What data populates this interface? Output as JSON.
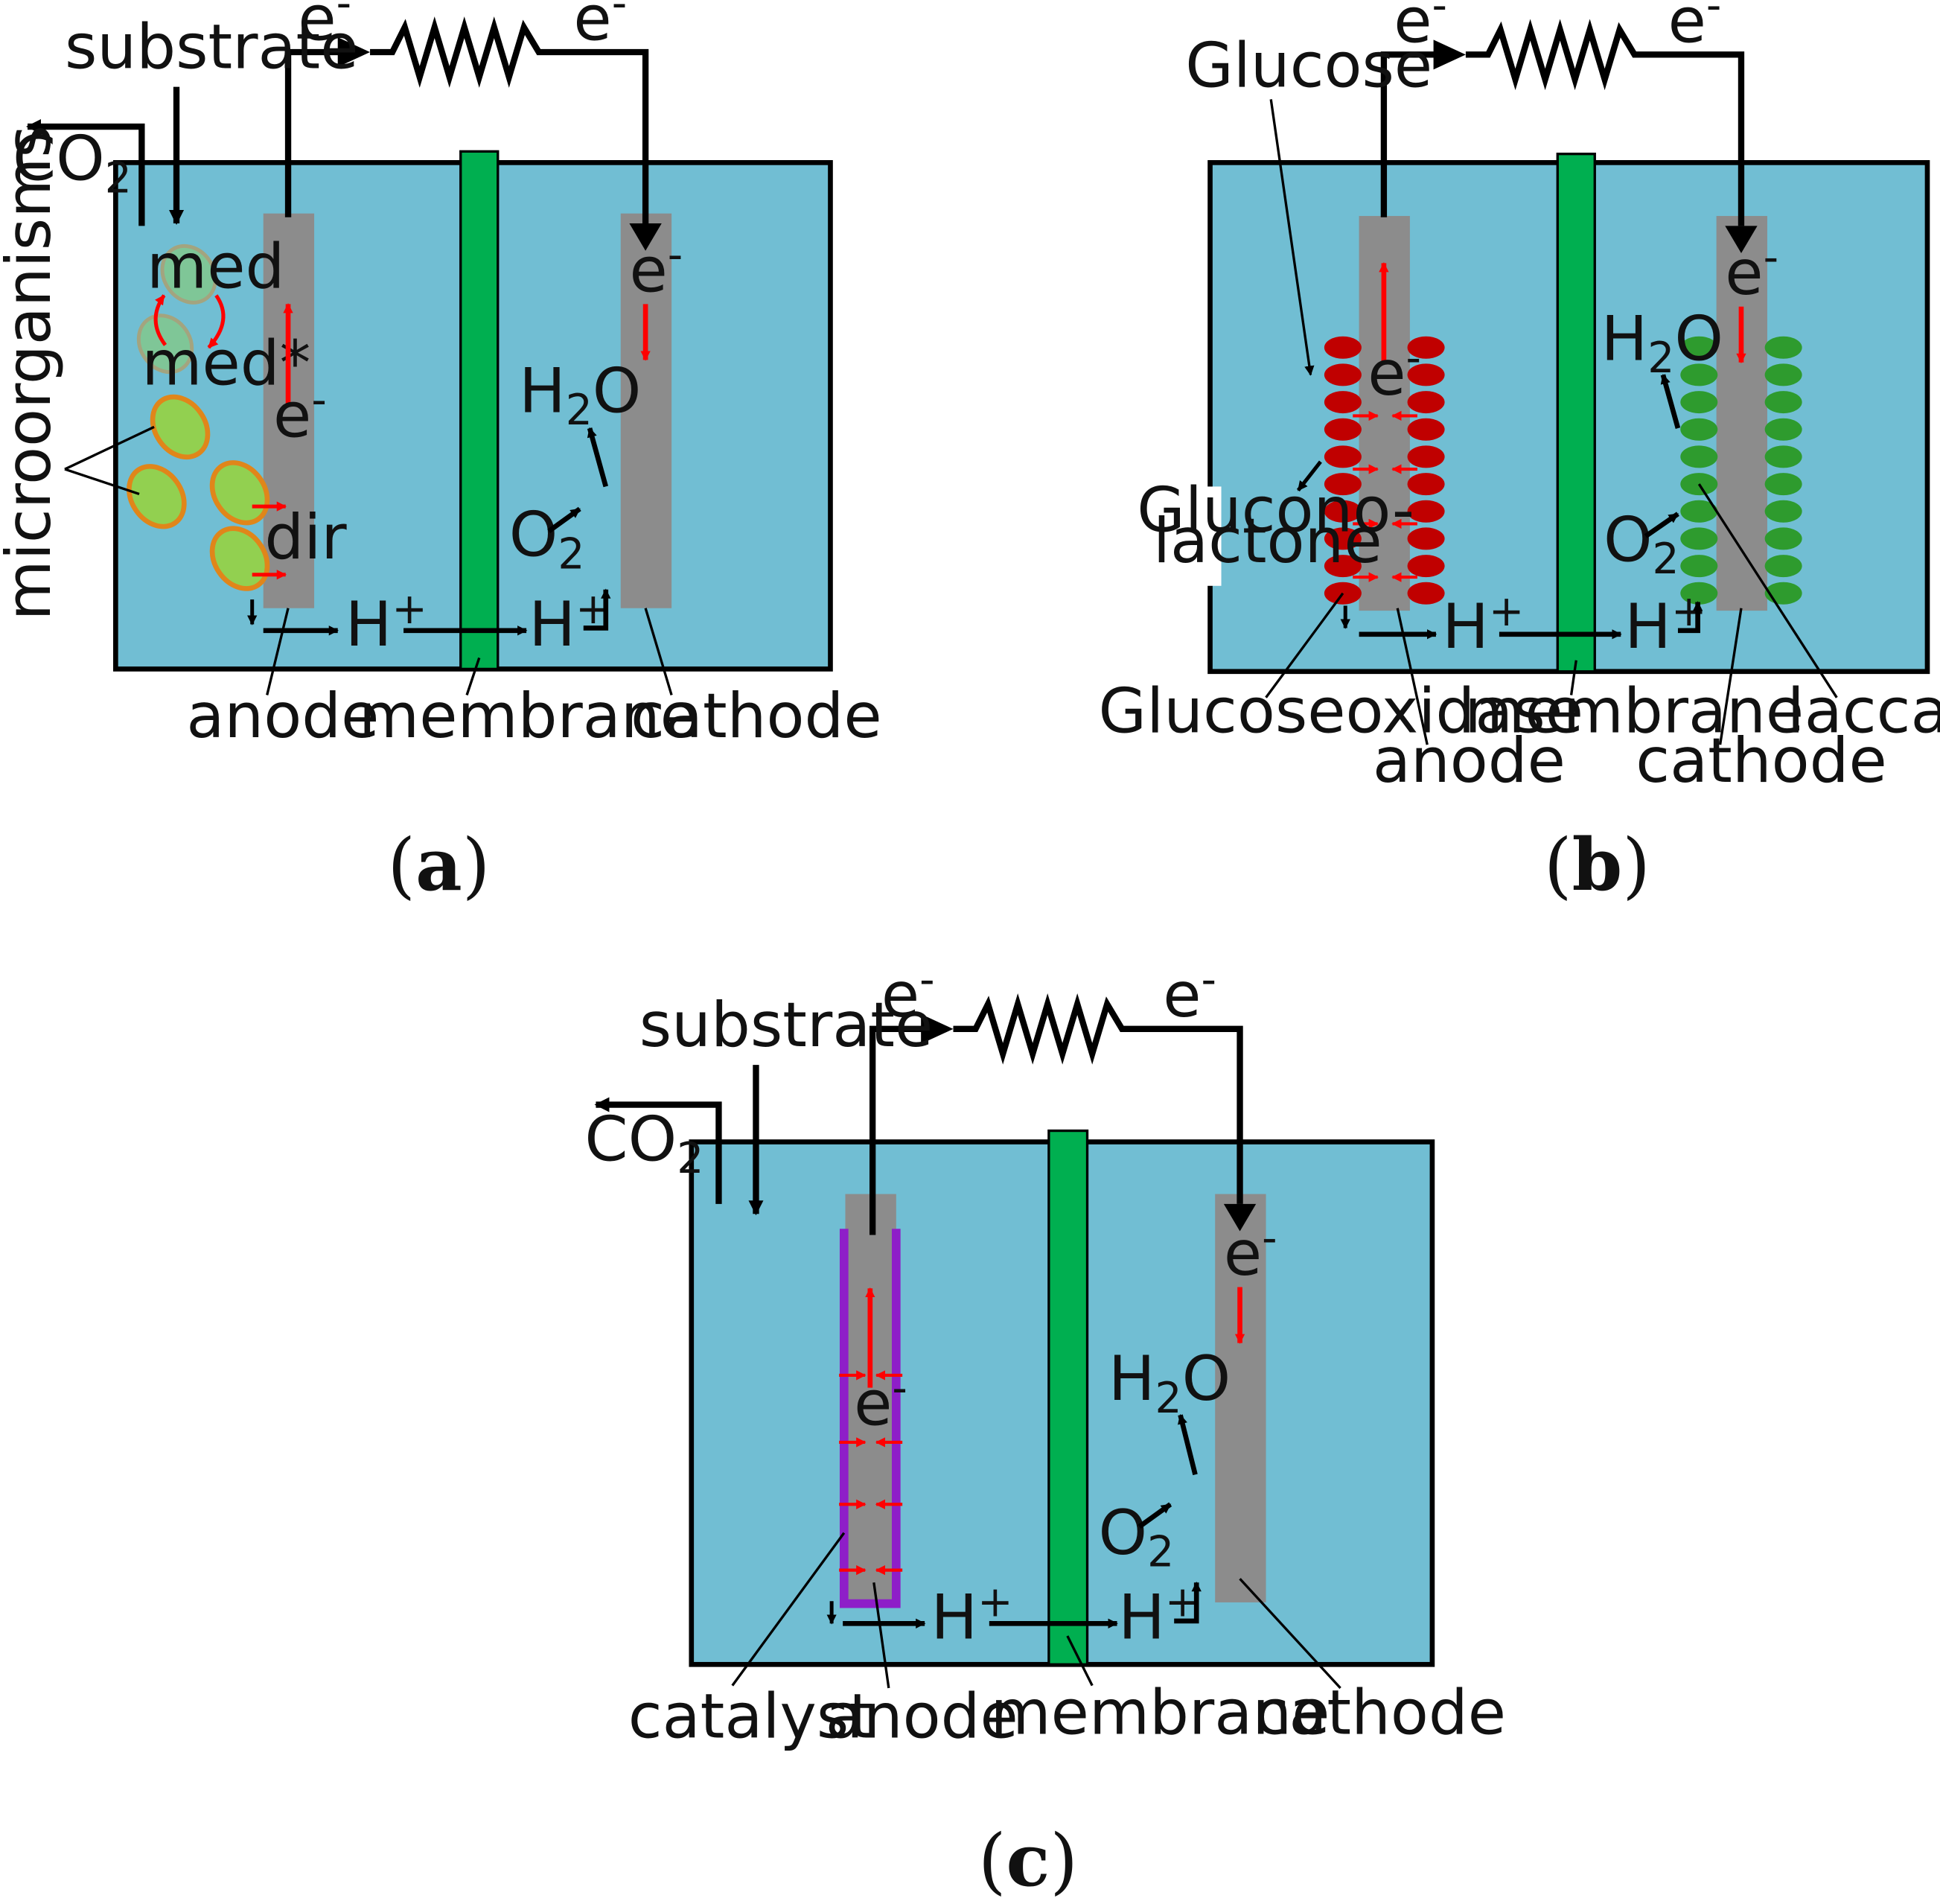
{
  "colors": {
    "electrolyte": "#71BED3",
    "membrane": "#00AF50",
    "electrode": "#8C8C8C",
    "wire": "#000000",
    "electron_arrow": "#FF0000",
    "microbe_fill": "#92D050",
    "microbe_stroke": "#E0861A",
    "glucose_oxidase": "#C00000",
    "laccase": "#2E9B2E",
    "catalyst": "#8E1EC8"
  },
  "panel_a": {
    "electron_left": "e",
    "electron_right": "e",
    "electron_sup": "-",
    "substrate": "substrate",
    "co2": "CO",
    "co2_sub": "2",
    "med": "med",
    "med_star": "med*",
    "microorganisms": "microorganisms",
    "anode_electron": "e",
    "dir": "dir",
    "proton": "H",
    "proton_sup": "+",
    "cathode_electron": "e",
    "h2o_h": "H",
    "h2o_sub": "2",
    "h2o_o": "O",
    "o2": "O",
    "o2_sub": "2",
    "anode": "anode",
    "membrane": "membrane",
    "cathode": "cathode",
    "caption_open": "(",
    "caption_letter": "a",
    "caption_close": ")"
  },
  "panel_b": {
    "electron_left": "e",
    "electron_right": "e",
    "electron_sup": "-",
    "glucose": "Glucose",
    "gluconolactone_1": "Glucono-",
    "gluconolactone_2": "lactone",
    "anode_electron": "e",
    "cathode_electron": "e",
    "h2o_h": "H",
    "h2o_sub": "2",
    "h2o_o": "O",
    "o2": "O",
    "o2_sub": "2",
    "proton": "H",
    "proton_sup": "+",
    "glucoseoxidase": "Glucoseoxidase",
    "anode": "anode",
    "membrane": "membrane",
    "cathode": "cathode",
    "laccase": "laccase",
    "caption_open": "(",
    "caption_letter": "b",
    "caption_close": ")"
  },
  "panel_c": {
    "electron_left": "e",
    "electron_right": "e",
    "electron_sup": "-",
    "substrate": "substrate",
    "co2": "CO",
    "co2_sub": "2",
    "anode_electron": "e",
    "cathode_electron": "e",
    "h2o_h": "H",
    "h2o_sub": "2",
    "h2o_o": "O",
    "o2": "O",
    "o2_sub": "2",
    "proton": "H",
    "proton_sup": "+",
    "catalyst": "catalyst",
    "anode": "anode",
    "membrane": "membrane",
    "cathode": "cathode",
    "caption_open": "(",
    "caption_letter": "c",
    "caption_close": ")"
  }
}
